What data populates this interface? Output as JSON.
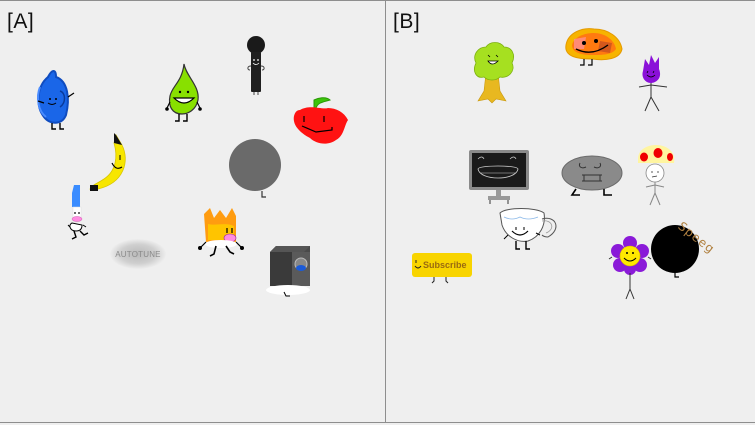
{
  "panels": [
    {
      "label": "[A]",
      "characters": [
        {
          "name": "Bottle",
          "color": "#1a66e8"
        },
        {
          "name": "Leafy",
          "color": "#88e000"
        },
        {
          "name": "Microphone",
          "color": "#1a1a1a"
        },
        {
          "name": "Apple",
          "color": "#ff1010"
        },
        {
          "name": "Banana",
          "color": "#f7e600"
        },
        {
          "name": "Gray Ball",
          "color": "#6a6a6a"
        },
        {
          "name": "Marker",
          "color": "#3a8cff"
        },
        {
          "name": "Autotune",
          "text": "AUTOTUNE",
          "color": "#9a9a9a"
        },
        {
          "name": "Firey",
          "color": "#ff9c10"
        },
        {
          "name": "Dryer",
          "color": "#4a4a4a"
        }
      ]
    },
    {
      "label": "[B]",
      "characters": [
        {
          "name": "Tree",
          "color": "#a6e020"
        },
        {
          "name": "Pizza",
          "color": "#f7b400"
        },
        {
          "name": "Purple Flame",
          "color": "#8a10d8"
        },
        {
          "name": "Monitor",
          "color": "#1a1a1a"
        },
        {
          "name": "Rock",
          "color": "#8a8a8a"
        },
        {
          "name": "Mushroom",
          "color": "#ff0000"
        },
        {
          "name": "Teacup",
          "color": "#ffffff"
        },
        {
          "name": "Subscribe Button",
          "text": "Subscribe",
          "color": "#f8d400"
        },
        {
          "name": "Flower",
          "color": "#8a1ad8"
        },
        {
          "name": "Black Hole",
          "text": "Speeg",
          "color": "#000000"
        }
      ]
    }
  ]
}
